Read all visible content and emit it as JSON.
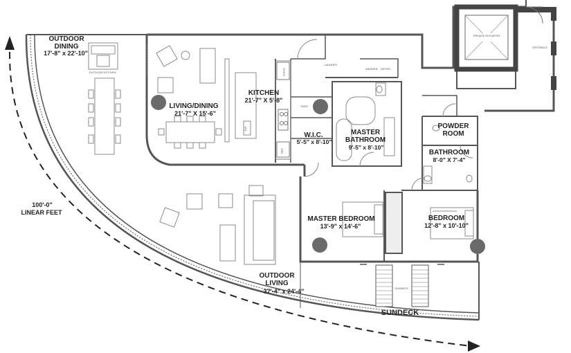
{
  "rooms": {
    "outdoor_dining": {
      "name_line1": "OUTDOOR",
      "name_line2": "DINING",
      "size": "17'-8\" x 22'-10\""
    },
    "living_dining": {
      "name": "LIVING/DINING",
      "size": "21'-7\" X 15'-6\""
    },
    "kitchen": {
      "name": "KITCHEN",
      "size": "21'-7\" X 5'-8\""
    },
    "wic": {
      "name": "W.I.C.",
      "size": "5'-5\" x 8'-10\""
    },
    "master_bathroom": {
      "name_line1": "MASTER",
      "name_line2": "BATHROOM",
      "size": "9'-5\"  x 8'-10\""
    },
    "powder_room": {
      "name_line1": "POWDER",
      "name_line2": "ROOM"
    },
    "bathroom": {
      "name": "BATHROOM",
      "size": "8'-0\" X 7'-4\""
    },
    "master_bedroom": {
      "name": "MASTER BEDROOM",
      "size": "13'-9\" x 14'-6\""
    },
    "bedroom": {
      "name": "BEDROOM",
      "size": "12'-8\" x 10'-10\""
    },
    "outdoor_living": {
      "name_line1": "OUTDOOR",
      "name_line2": "LIVING",
      "size": "37'-4\" x 24'-4\""
    },
    "sundeck": {
      "name": "SUNDECK"
    }
  },
  "fixtures": {
    "outdoor_kitchen": "OUTDOOR KITCHEN",
    "oven": "OVEN",
    "dw": "DW",
    "ref": "REF",
    "safe": "SAFE",
    "laundry": "LAUNDRY",
    "washer": "WASHER",
    "dryer": "DRYER",
    "private_elevator": "PRIVATE ELEVATOR",
    "vestibule": "VESTIBULE",
    "sundeck_small": "SUNDECK"
  },
  "dimension": {
    "line1": "100'-0\"",
    "line2": "LINEAR FEET"
  },
  "colors": {
    "wall": "#555555",
    "wall_light": "#9a9a9a",
    "furniture": "#8a8a8a",
    "column": "#6a6a6a",
    "arrow": "#222222"
  }
}
